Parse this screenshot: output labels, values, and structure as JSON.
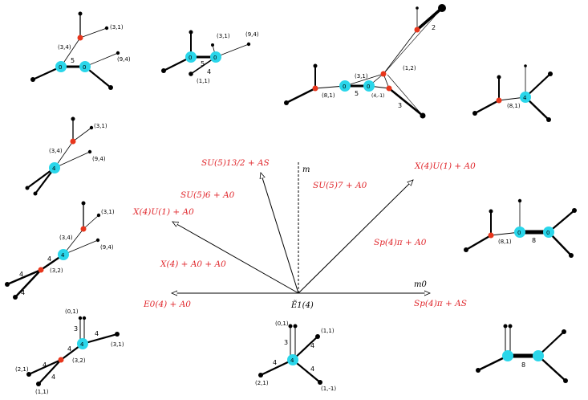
{
  "colors": {
    "accent_red": "#e0262b",
    "node_cyan": "#2ad6ea",
    "vertex_red": "#e8361c",
    "line": "#000000"
  },
  "phase_diagram": {
    "axis_m": "m",
    "axis_m0": "m0",
    "origin_label": "Ẽ1(4)",
    "phases": {
      "su5_13_2": "SU(5)13/2 + AS",
      "su5_7": "SU(5)7 + A0",
      "su5_6": "SU(5)6 + A0",
      "x_u1_left": "X(4)U(1) + A0",
      "x_u1_right": "X(4)U(1) + A0",
      "x4_a0_a0": "X(4) + A0 + A0",
      "sp4_pi": "Sp(4)π + A0",
      "e0": "E0(4) + A0",
      "sp4_pi_as": "Sp(4)π + AS"
    }
  },
  "webs": {
    "w1": {
      "l_31": "(3,1)",
      "l_34": "(3,4)",
      "l_94": "(9,4)",
      "n_a": "0",
      "n_b": "0",
      "m_5": "5"
    },
    "w2": {
      "l_31": "(3,1)",
      "l_94": "(9,4)",
      "l_11": "(1,1)",
      "n_a": "0",
      "n_b": "0",
      "m_5": "5",
      "m_4": "4"
    },
    "w3": {
      "l_31": "(3,1)",
      "l_12": "(1,2)",
      "l_81": "(8,1)",
      "l_4m1": "(4,-1)",
      "n_a": "0",
      "n_b": "0",
      "m_5": "5",
      "m_2": "2",
      "m_3": "3"
    },
    "w4": {
      "l_81": "(8,1)",
      "n": "4"
    },
    "w5": {
      "l_31": "(3,1)",
      "l_34": "(3,4)",
      "l_94": "(9,4)",
      "n": "4"
    },
    "w6": {
      "l_31": "(3,1)",
      "l_34": "(3,4)",
      "l_94": "(9,4)",
      "l_32": "(3,2)",
      "n": "4",
      "m_4a": "4",
      "m_4b": "4",
      "m_4c": "4"
    },
    "w7": {
      "l_81": "(8,1)",
      "n_a": "0",
      "n_b": "0",
      "m_8": "8"
    },
    "w8": {
      "l_01": "(0,1)",
      "l_31": "(3,1)",
      "l_32": "(3,2)",
      "l_21": "(2,1)",
      "l_11": "(1,1)",
      "n": "4",
      "m_3": "3",
      "m_4a": "4",
      "m_4b": "4",
      "m_4c": "4",
      "m_4d": "4"
    },
    "w9": {
      "l_01": "(0,1)",
      "l_11": "(1,1)",
      "l_21": "(2,1)",
      "l_1m1": "(1,-1)",
      "n": "4",
      "m_3": "3",
      "m_4a": "4",
      "m_4b": "4",
      "m_4c": "4"
    },
    "w10": {
      "m_8": "8"
    }
  }
}
